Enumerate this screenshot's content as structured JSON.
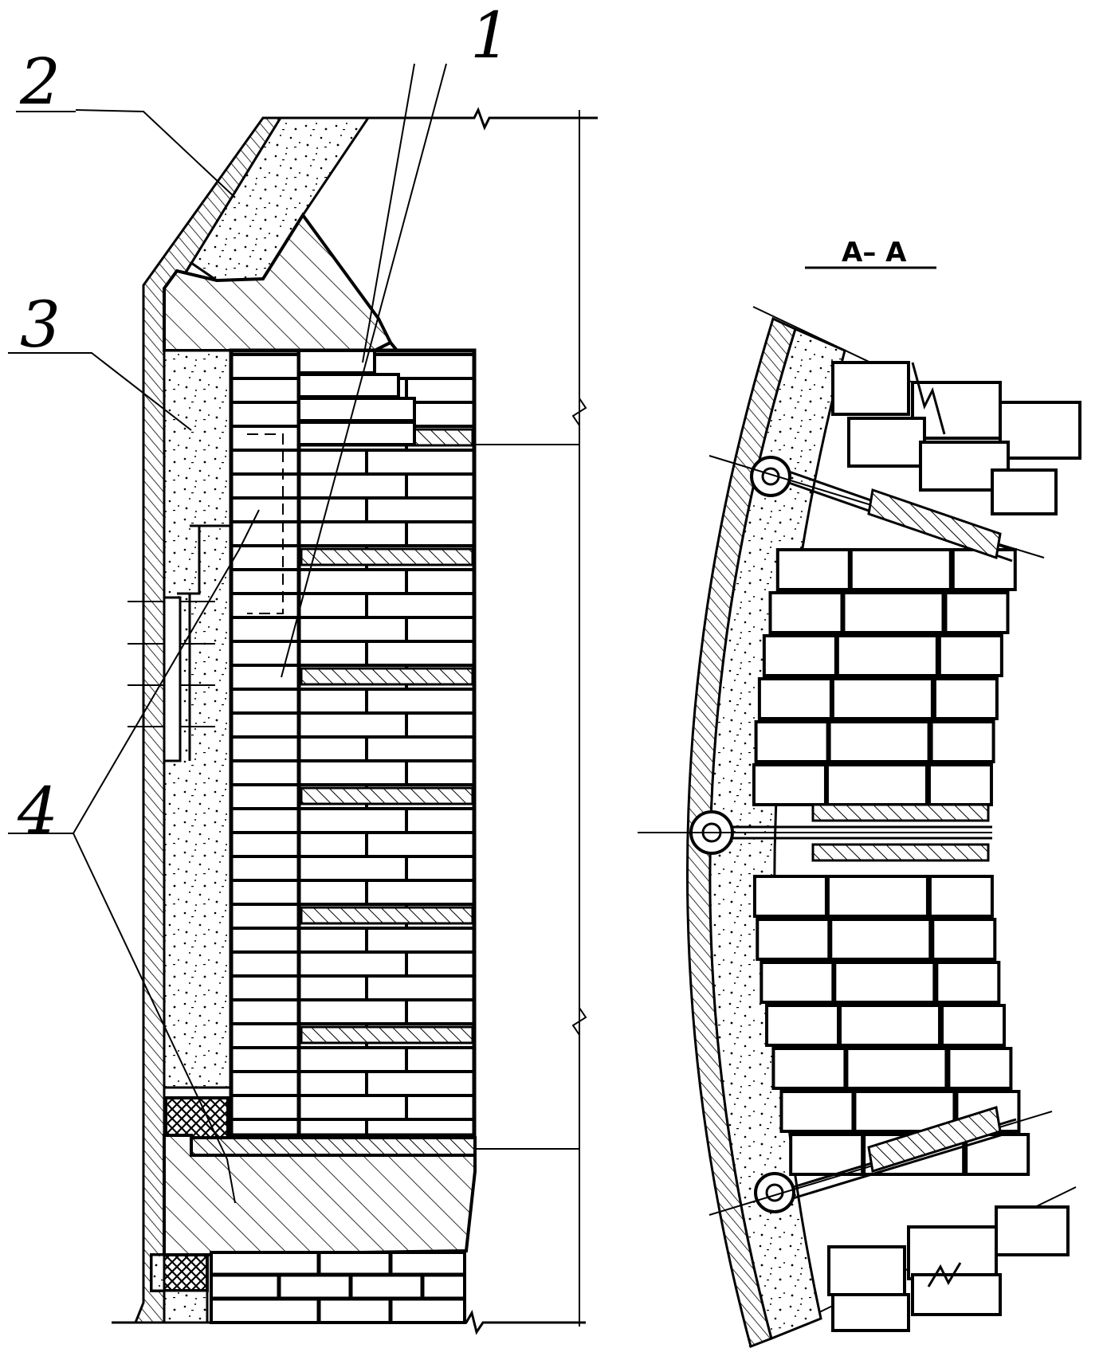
{
  "labels": {
    "one": "1",
    "two": "2",
    "three": "3",
    "four": "4"
  },
  "section_title": "А– А",
  "colors": {
    "ink": "#000000",
    "paper": "#ffffff"
  }
}
